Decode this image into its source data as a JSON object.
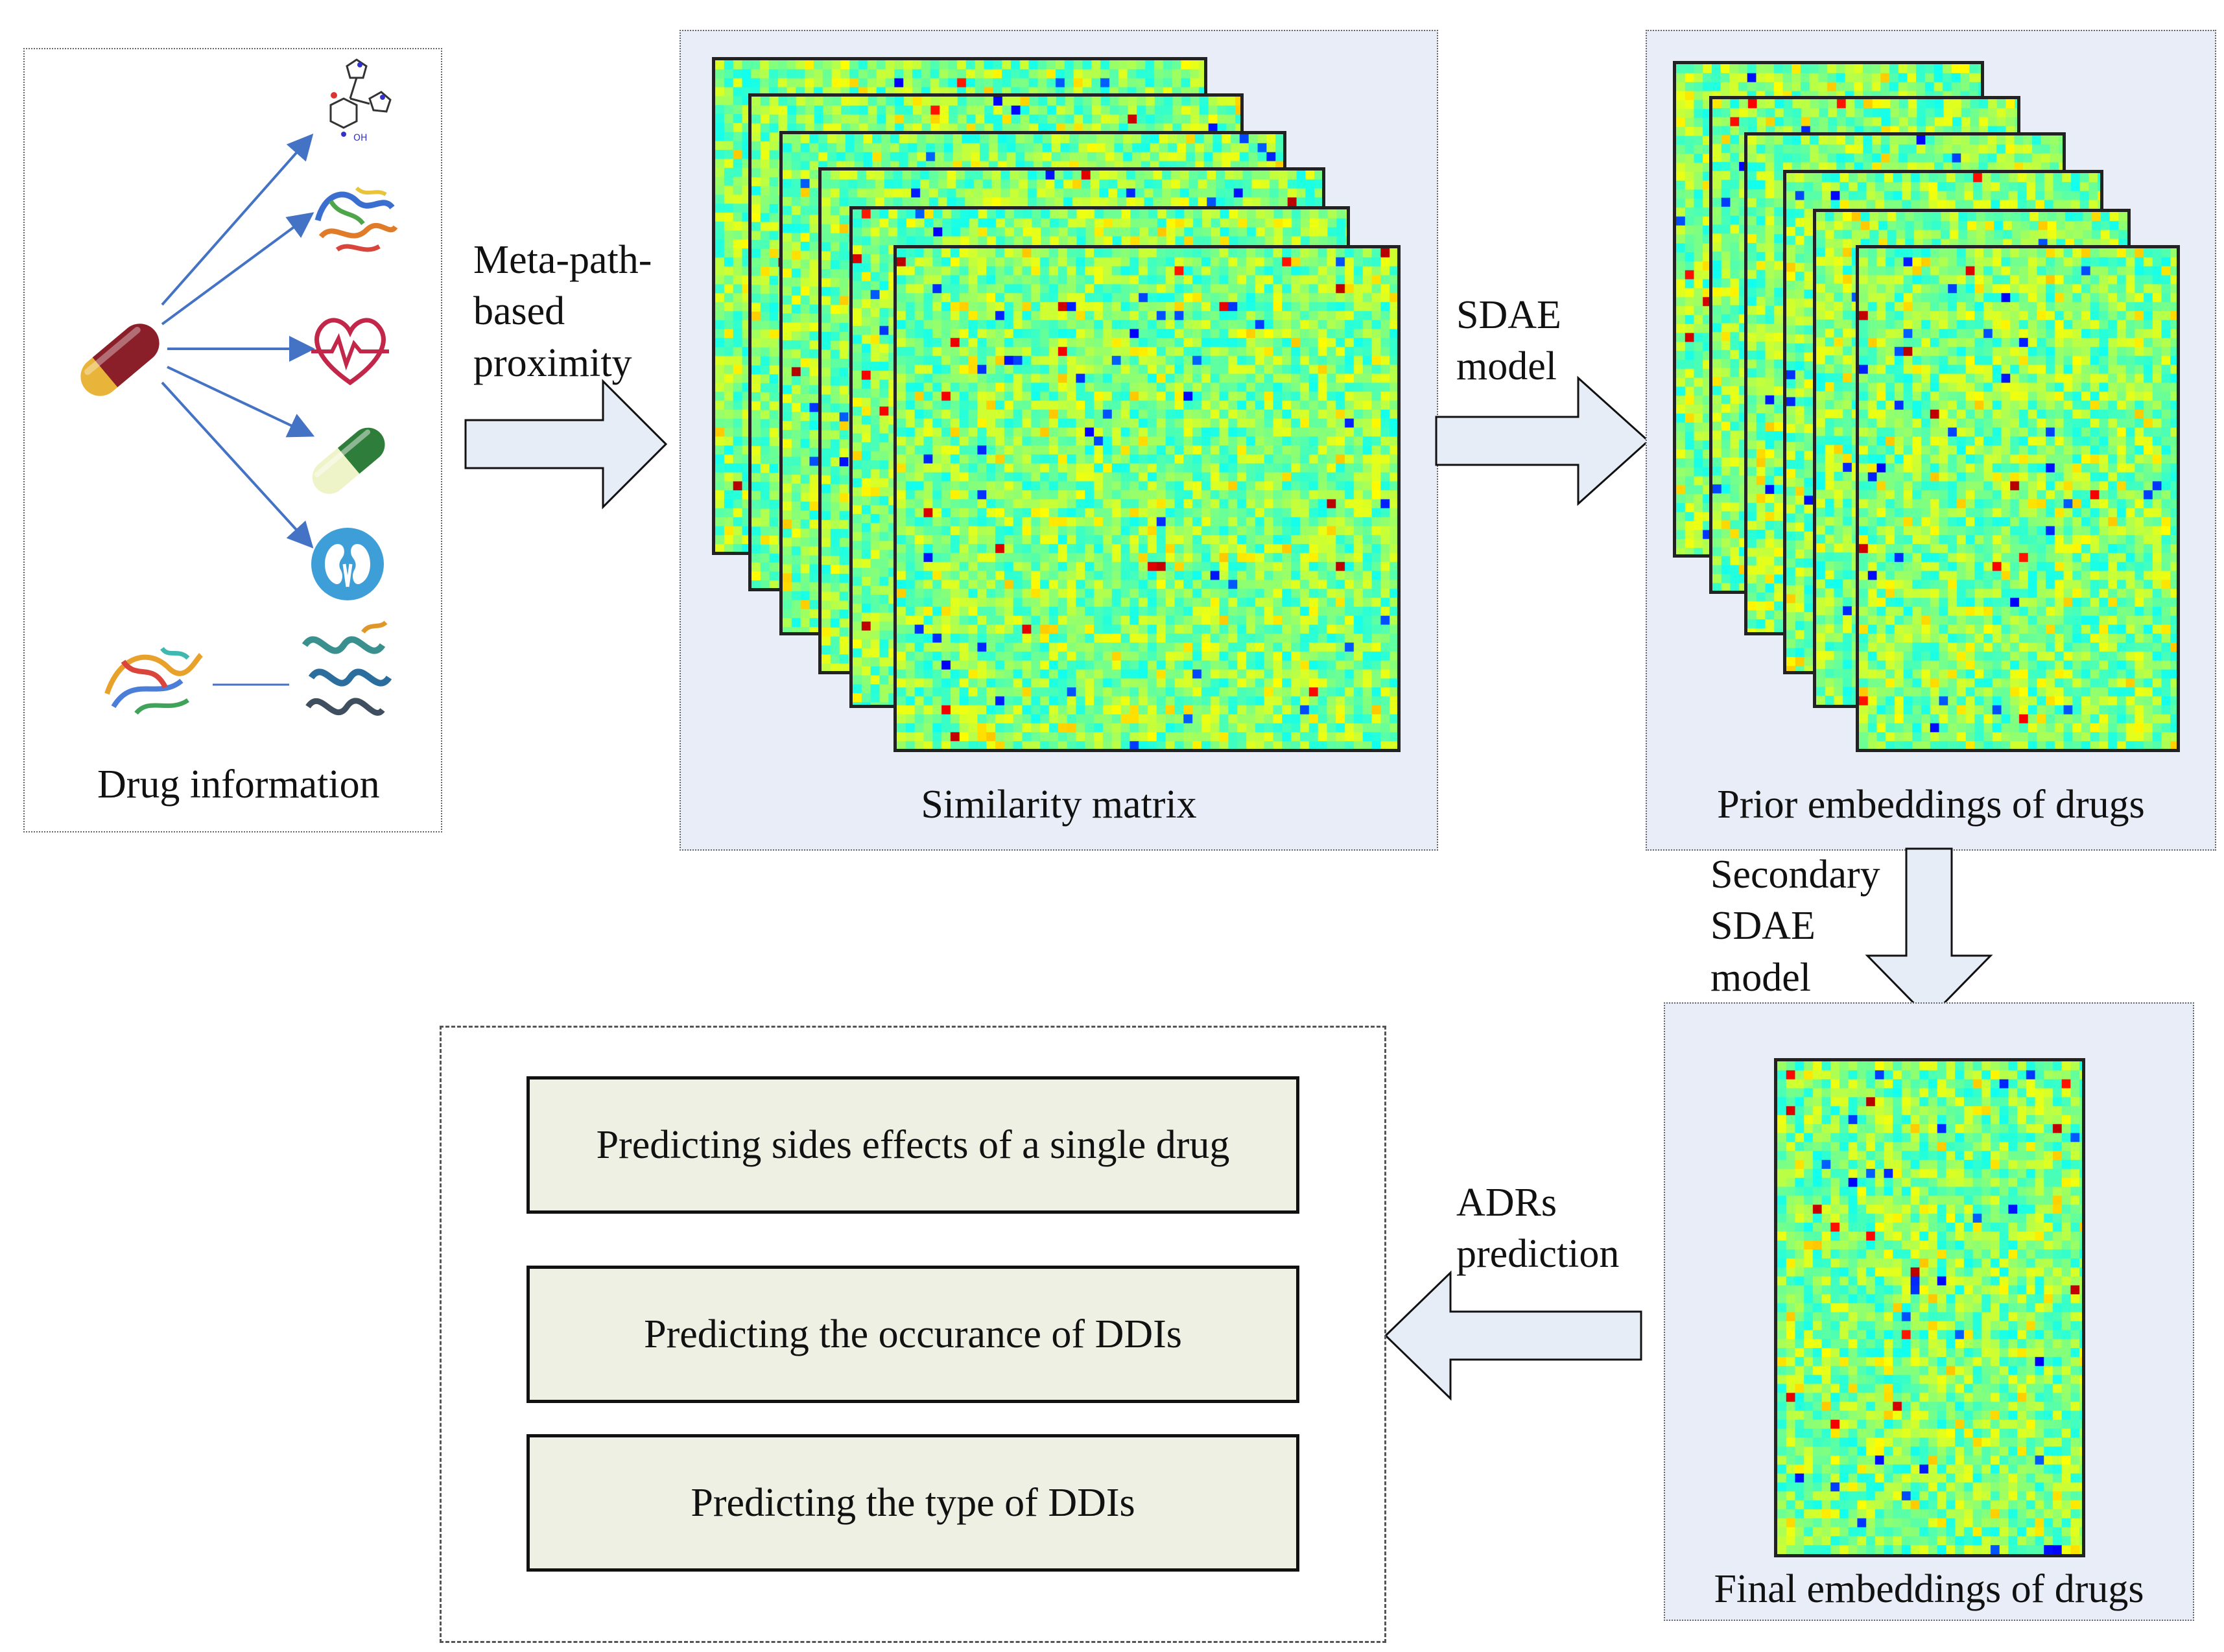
{
  "drug_info": {
    "title": "Drug information"
  },
  "arrow1": {
    "label_lines": [
      "Meta-path-",
      "based",
      "proximity"
    ]
  },
  "similarity": {
    "title": "Similarity matrix",
    "layers": 6
  },
  "arrow2": {
    "label_lines": [
      "SDAE",
      "model"
    ]
  },
  "prior": {
    "title": "Prior embeddings of drugs",
    "layers": 6
  },
  "arrow3": {
    "label_lines": [
      "Secondary",
      "SDAE",
      "model"
    ]
  },
  "final": {
    "title": "Final embeddings of drugs"
  },
  "arrow4": {
    "label_lines": [
      "ADRs",
      "prediction"
    ]
  },
  "tasks": [
    {
      "label": "Predicting sides effects of a single drug"
    },
    {
      "label": "Predicting the occurance of DDIs"
    },
    {
      "label": "Predicting the type of DDIs"
    }
  ],
  "colors": {
    "panel_fill": "#e8edf7",
    "arrow_fill": "#e6edf7",
    "arrow_stroke": "#111111",
    "connector": "#4472c4",
    "task_fill": "#eff0e4",
    "heatmap_base": "#56cf86"
  },
  "icons": [
    "capsule-icon",
    "molecule-icon",
    "protein-icon",
    "heart-pulse-icon",
    "pill-icon",
    "kidney-icon",
    "protein-icon",
    "protein-helix-icon"
  ]
}
